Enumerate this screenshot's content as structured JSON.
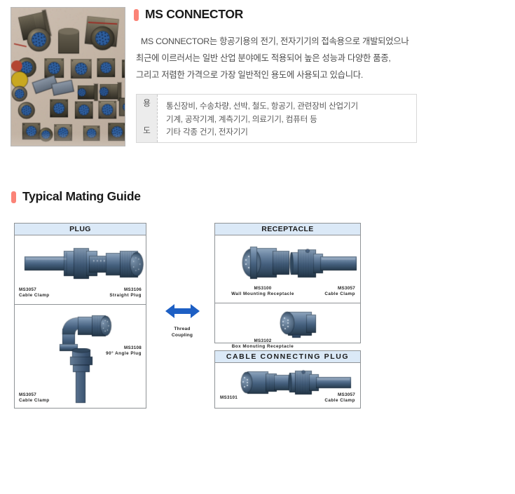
{
  "section_ms": {
    "heading": "MS CONNECTOR",
    "bullet_color": "#fb8377",
    "intro_lines": [
      "MS CONNECTOR는 항공기용의 전기, 전자기기의 접속용으로 개발되었으나",
      "최근에 이르러서는 일반 산업 분야에도 적용되어 높은 성능과 다양한 품종,",
      "그리고 저렴한 가격으로 가장 일반적인 용도에 사용되고 있습니다."
    ],
    "usage_table": {
      "label_chars": [
        "용",
        "도"
      ],
      "values": [
        "통신장비, 수송차량, 선박, 철도, 항공기, 관련장비 산업기기",
        "기계, 공작기계, 계측기기, 의료기기, 컴퓨터 등",
        "기타 각종 건기, 전자기기"
      ]
    },
    "photo_alt": "MS circular military connectors assortment"
  },
  "section_guide": {
    "heading": "Typical Mating Guide",
    "panels": {
      "plug": {
        "title": "PLUG",
        "figures": [
          {
            "code": "MS3057",
            "name": "Cable  Clamp"
          },
          {
            "code": "MS3106",
            "name": "Straight  Plug"
          },
          {
            "code": "MS3108",
            "name": "90°  Angle  Plug"
          },
          {
            "code": "MS3057",
            "name": "Cable  Clamp"
          }
        ]
      },
      "receptacle": {
        "title": "RECEPTACLE",
        "figures": [
          {
            "code": "MS3100",
            "name": "Wall  Mounting  Receptacle"
          },
          {
            "code": "MS3057",
            "name": "Cable  Clamp"
          },
          {
            "code": "MS3102",
            "name": "Box  Monuting  Receptacle"
          }
        ]
      },
      "cable_connecting_plug": {
        "title": "CABLE  CONNECTING  PLUG",
        "figures": [
          {
            "code": "MS3101",
            "name": ""
          },
          {
            "code": "MS3057",
            "name": "Cable  Clamp"
          }
        ]
      }
    },
    "coupling": {
      "line1": "Thread",
      "line2": "Coupling",
      "arrow_color": "#1d5fc4",
      "icon": "double-arrow-horizontal-icon"
    },
    "panel_title_bg": "#dbe9f7",
    "panel_border": "#8f9396"
  }
}
